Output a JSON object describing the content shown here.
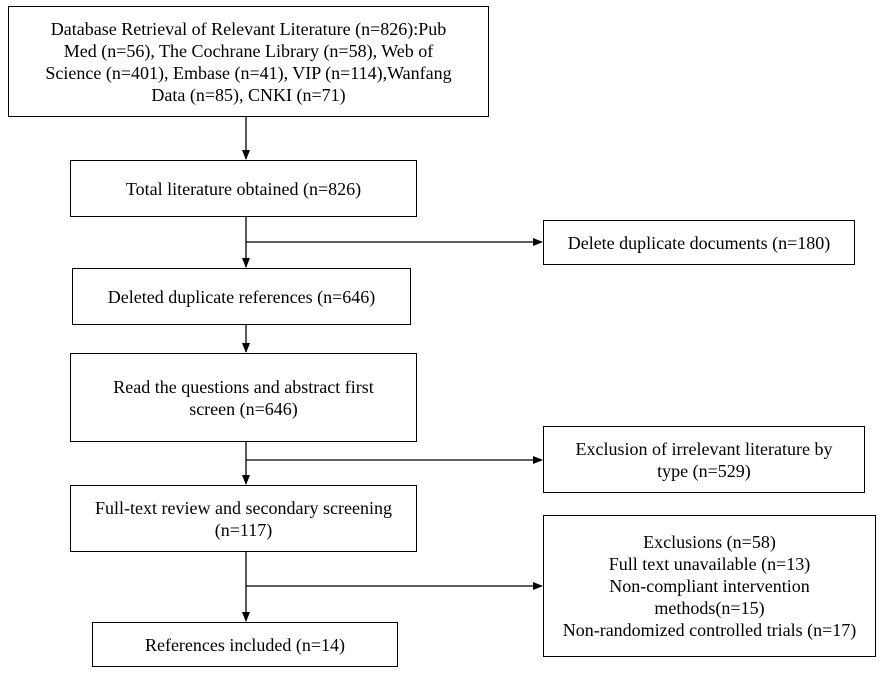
{
  "flowchart": {
    "retrieval": {
      "lines": [
        "Database Retrieval of Relevant Literature (n=826):Pub",
        "Med (n=56), The Cochrane Library (n=58), Web of",
        "Science (n=401), Embase (n=41), VIP (n=114),Wanfang",
        "Data (n=85), CNKI (n=71)"
      ]
    },
    "total": {
      "lines": [
        "Total literature obtained (n=826)"
      ]
    },
    "duplicate": {
      "lines": [
        "Delete duplicate documents (n=180)"
      ]
    },
    "deleted": {
      "lines": [
        "Deleted duplicate references (n=646)"
      ]
    },
    "read": {
      "lines": [
        "Read the questions and abstract first",
        "screen (n=646)"
      ]
    },
    "irrelevant": {
      "lines": [
        "Exclusion of irrelevant literature by",
        "type (n=529)"
      ]
    },
    "fulltext": {
      "lines": [
        "Full-text review and secondary screening",
        "(n=117)"
      ]
    },
    "exclusions": {
      "lines": [
        "Exclusions (n=58)",
        "Full text unavailable (n=13)",
        "Non-compliant intervention",
        "methods(n=15)",
        "Non-randomized controlled trials (n=17)"
      ]
    },
    "included": {
      "lines": [
        "References included (n=14)"
      ]
    }
  }
}
